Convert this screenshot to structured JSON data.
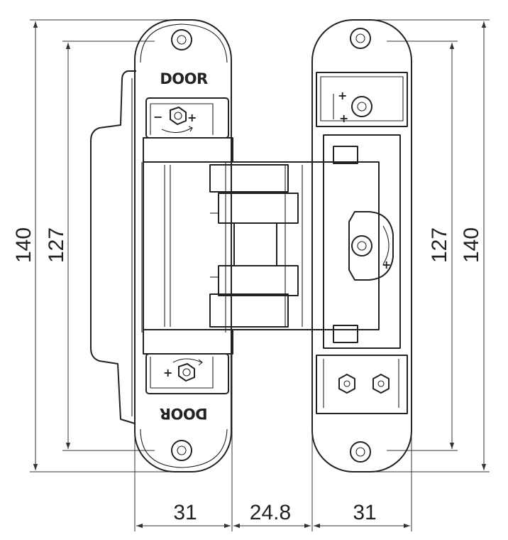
{
  "dimensions": {
    "overall_height_left": "140",
    "inner_height_left": "127",
    "inner_height_right": "127",
    "overall_height_right": "140",
    "left_leaf_width": "31",
    "knuckle_width": "24.8",
    "right_leaf_width": "31"
  },
  "labels": {
    "door_top": "DOOR",
    "door_bottom": "DOOR",
    "minus": "−",
    "plus": "+"
  },
  "colors": {
    "line": "#222222",
    "background": "#ffffff"
  }
}
